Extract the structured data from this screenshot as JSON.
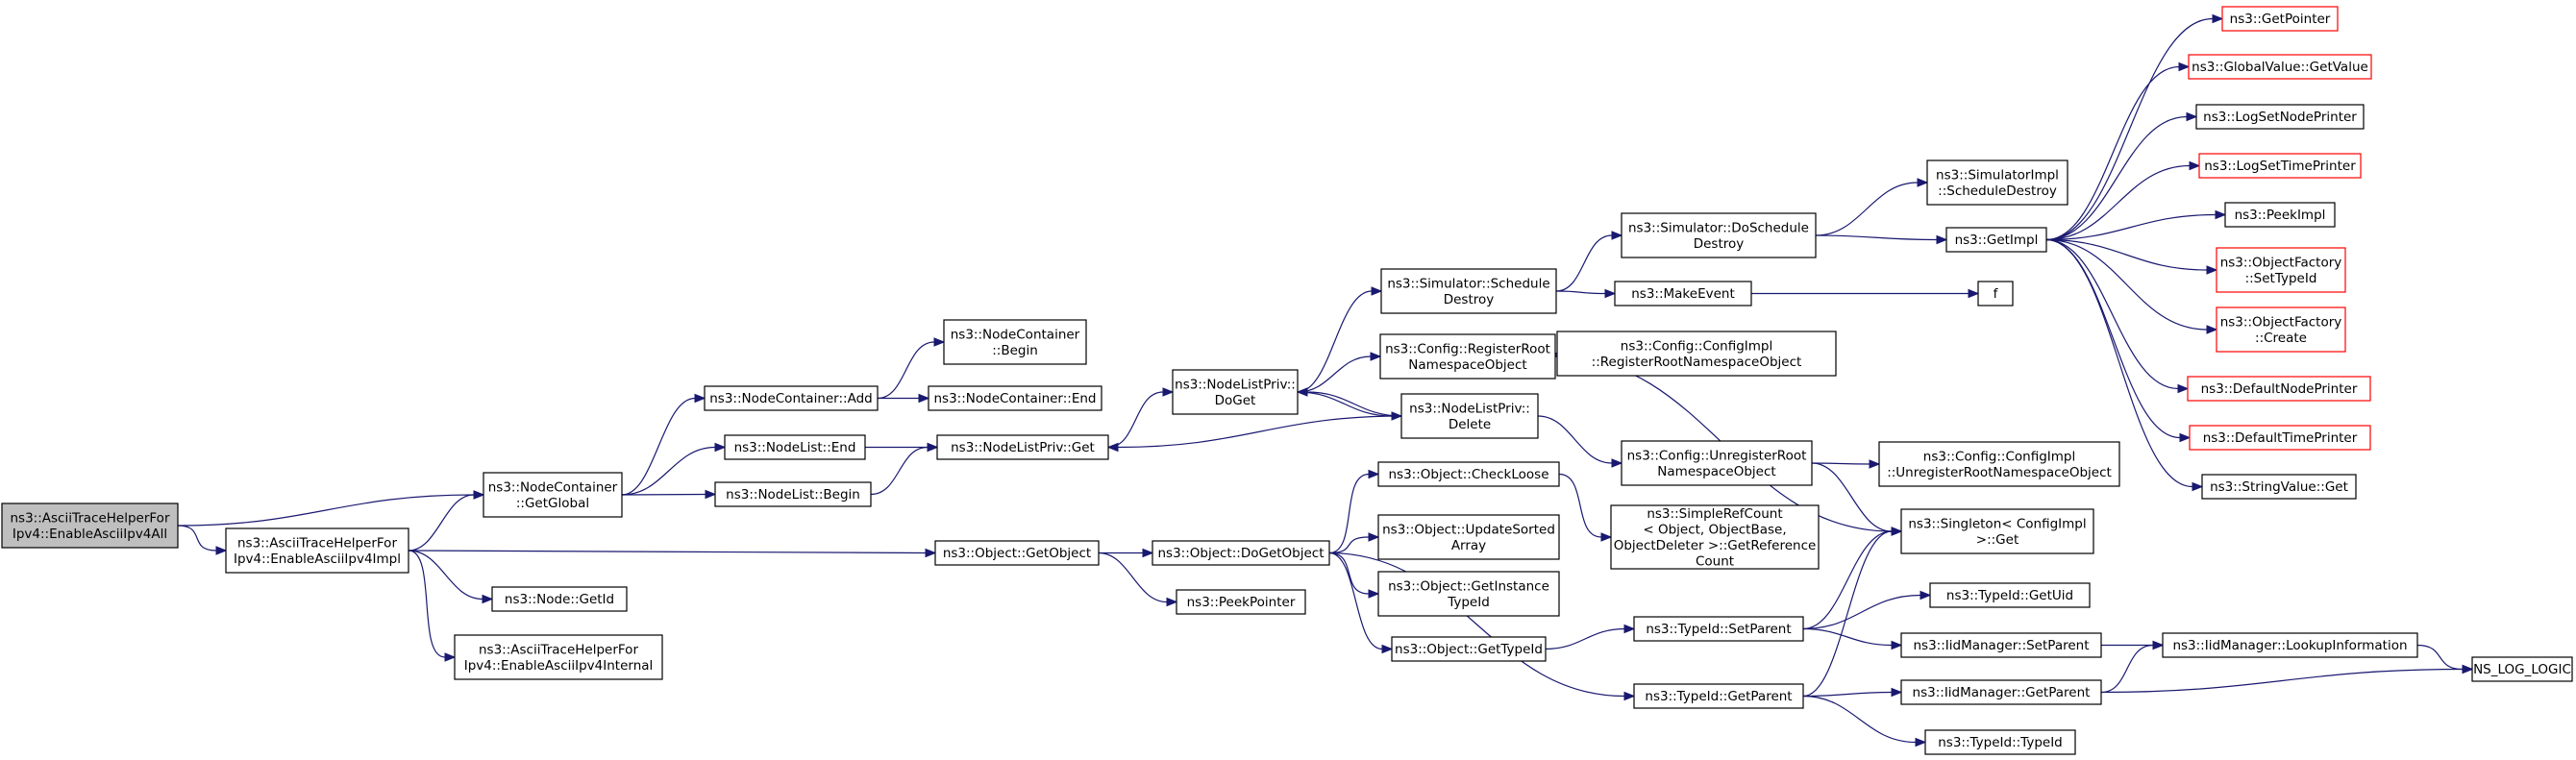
{
  "graph": {
    "edge_color": "#191970",
    "node_border_color": "#000000",
    "missing_node_border_color": "#ff0000",
    "root_fill_color": "#bfbfbf",
    "nodes": [
      {
        "id": "root",
        "lines": [
          "ns3::AsciiTraceHelperFor",
          "Ipv4::EnableAsciiIpv4All"
        ],
        "style": "root"
      },
      {
        "id": "nc_getglobal",
        "lines": [
          "ns3::NodeContainer",
          "::GetGlobal"
        ],
        "style": "normal"
      },
      {
        "id": "enableasciiipv4impl",
        "lines": [
          "ns3::AsciiTraceHelperFor",
          "Ipv4::EnableAsciiIpv4Impl"
        ],
        "style": "normal"
      },
      {
        "id": "nc_add",
        "lines": [
          "ns3::NodeContainer::Add"
        ],
        "style": "normal"
      },
      {
        "id": "nl_end",
        "lines": [
          "ns3::NodeList::End"
        ],
        "style": "normal"
      },
      {
        "id": "nl_begin",
        "lines": [
          "ns3::NodeList::Begin"
        ],
        "style": "normal"
      },
      {
        "id": "nc_begin",
        "lines": [
          "ns3::NodeContainer",
          "::Begin"
        ],
        "style": "normal"
      },
      {
        "id": "nc_end",
        "lines": [
          "ns3::NodeContainer::End"
        ],
        "style": "normal"
      },
      {
        "id": "nlp_get",
        "lines": [
          "ns3::NodeListPriv::Get"
        ],
        "style": "normal"
      },
      {
        "id": "nlp_doget",
        "lines": [
          "ns3::NodeListPriv::",
          "DoGet"
        ],
        "style": "normal"
      },
      {
        "id": "nlp_delete",
        "lines": [
          "ns3::NodeListPriv::",
          "Delete"
        ],
        "style": "normal"
      },
      {
        "id": "sim_scheduledestroy",
        "lines": [
          "ns3::Simulator::Schedule",
          "Destroy"
        ],
        "style": "normal"
      },
      {
        "id": "cfg_registerroot",
        "lines": [
          "ns3::Config::RegisterRoot",
          "NamespaceObject"
        ],
        "style": "normal"
      },
      {
        "id": "sim_doscheduledestroy",
        "lines": [
          "ns3::Simulator::DoSchedule",
          "Destroy"
        ],
        "style": "normal"
      },
      {
        "id": "makeevent",
        "lines": [
          "ns3::MakeEvent"
        ],
        "style": "normal"
      },
      {
        "id": "simimpl_scheduledestroy",
        "lines": [
          "ns3::SimulatorImpl",
          "::ScheduleDestroy"
        ],
        "style": "normal"
      },
      {
        "id": "getimpl",
        "lines": [
          "ns3::GetImpl"
        ],
        "style": "normal"
      },
      {
        "id": "f",
        "lines": [
          "f"
        ],
        "style": "normal"
      },
      {
        "id": "cfgimpl_register",
        "lines": [
          "ns3::Config::ConfigImpl",
          "::RegisterRootNamespaceObject"
        ],
        "style": "normal"
      },
      {
        "id": "cfg_unregisterroot",
        "lines": [
          "ns3::Config::UnregisterRoot",
          "NamespaceObject"
        ],
        "style": "normal"
      },
      {
        "id": "cfgimpl_unregister",
        "lines": [
          "ns3::Config::ConfigImpl",
          "::UnregisterRootNamespaceObject"
        ],
        "style": "normal"
      },
      {
        "id": "singleton_get",
        "lines": [
          "ns3::Singleton< ConfigImpl",
          ">::Get"
        ],
        "style": "normal"
      },
      {
        "id": "obj_getobject",
        "lines": [
          "ns3::Object::GetObject"
        ],
        "style": "normal"
      },
      {
        "id": "obj_dogetobject",
        "lines": [
          "ns3::Object::DoGetObject"
        ],
        "style": "normal"
      },
      {
        "id": "obj_checkloose",
        "lines": [
          "ns3::Object::CheckLoose"
        ],
        "style": "normal"
      },
      {
        "id": "obj_updatesorted",
        "lines": [
          "ns3::Object::UpdateSorted",
          "Array"
        ],
        "style": "normal"
      },
      {
        "id": "obj_getinstancetypeid",
        "lines": [
          "ns3::Object::GetInstance",
          "TypeId"
        ],
        "style": "normal"
      },
      {
        "id": "obj_gettypeid",
        "lines": [
          "ns3::Object::GetTypeId"
        ],
        "style": "normal"
      },
      {
        "id": "peekpointer",
        "lines": [
          "ns3::PeekPointer"
        ],
        "style": "normal"
      },
      {
        "id": "simplerefcount",
        "lines": [
          "ns3::SimpleRefCount",
          "< Object, ObjectBase,",
          "ObjectDeleter >::GetReference",
          "Count"
        ],
        "style": "normal"
      },
      {
        "id": "typeid_setparent",
        "lines": [
          "ns3::TypeId::SetParent"
        ],
        "style": "normal"
      },
      {
        "id": "typeid_getparent",
        "lines": [
          "ns3::TypeId::GetParent"
        ],
        "style": "normal"
      },
      {
        "id": "typeid_getuid",
        "lines": [
          "ns3::TypeId::GetUid"
        ],
        "style": "normal"
      },
      {
        "id": "iid_setparent",
        "lines": [
          "ns3::IidManager::SetParent"
        ],
        "style": "normal"
      },
      {
        "id": "iid_getparent",
        "lines": [
          "ns3::IidManager::GetParent"
        ],
        "style": "normal"
      },
      {
        "id": "typeid_typeid",
        "lines": [
          "ns3::TypeId::TypeId"
        ],
        "style": "normal"
      },
      {
        "id": "iid_lookup",
        "lines": [
          "ns3::IidManager::LookupInformation"
        ],
        "style": "normal"
      },
      {
        "id": "ns_log_logic",
        "lines": [
          "NS_LOG_LOGIC"
        ],
        "style": "normal"
      },
      {
        "id": "node_getid",
        "lines": [
          "ns3::Node::GetId"
        ],
        "style": "normal"
      },
      {
        "id": "enableasciiipv4internal",
        "lines": [
          "ns3::AsciiTraceHelperFor",
          "Ipv4::EnableAsciiIpv4Internal"
        ],
        "style": "normal"
      },
      {
        "id": "getpointer",
        "lines": [
          "ns3::GetPointer"
        ],
        "style": "missing"
      },
      {
        "id": "globalvalue_getvalue",
        "lines": [
          "ns3::GlobalValue::GetValue"
        ],
        "style": "missing"
      },
      {
        "id": "logsetnodeprinter",
        "lines": [
          "ns3::LogSetNodePrinter"
        ],
        "style": "normal"
      },
      {
        "id": "logsettimeprinter",
        "lines": [
          "ns3::LogSetTimePrinter"
        ],
        "style": "missing"
      },
      {
        "id": "peekimpl",
        "lines": [
          "ns3::PeekImpl"
        ],
        "style": "normal"
      },
      {
        "id": "objfactory_settypeid",
        "lines": [
          "ns3::ObjectFactory",
          "::SetTypeId"
        ],
        "style": "missing"
      },
      {
        "id": "objfactory_create",
        "lines": [
          "ns3::ObjectFactory",
          "::Create"
        ],
        "style": "missing"
      },
      {
        "id": "defaultnodeprinter",
        "lines": [
          "ns3::DefaultNodePrinter"
        ],
        "style": "missing"
      },
      {
        "id": "defaulttimeprinter",
        "lines": [
          "ns3::DefaultTimePrinter"
        ],
        "style": "missing"
      },
      {
        "id": "stringvalue_get",
        "lines": [
          "ns3::StringValue::Get"
        ],
        "style": "normal"
      }
    ],
    "edges": [
      [
        "root",
        "nc_getglobal"
      ],
      [
        "root",
        "enableasciiipv4impl"
      ],
      [
        "enableasciiipv4impl",
        "nc_getglobal"
      ],
      [
        "enableasciiipv4impl",
        "obj_getobject"
      ],
      [
        "enableasciiipv4impl",
        "node_getid"
      ],
      [
        "enableasciiipv4impl",
        "enableasciiipv4internal"
      ],
      [
        "nc_getglobal",
        "nc_add"
      ],
      [
        "nc_getglobal",
        "nl_end"
      ],
      [
        "nc_getglobal",
        "nl_begin"
      ],
      [
        "nc_add",
        "nc_begin"
      ],
      [
        "nc_add",
        "nc_end"
      ],
      [
        "nl_end",
        "nlp_get"
      ],
      [
        "nl_begin",
        "nlp_get"
      ],
      [
        "nlp_get",
        "nlp_doget"
      ],
      [
        "nlp_doget",
        "sim_scheduledestroy"
      ],
      [
        "nlp_doget",
        "cfg_registerroot"
      ],
      [
        "nlp_doget",
        "nlp_delete"
      ],
      [
        "nlp_delete",
        "nlp_doget"
      ],
      [
        "nlp_delete",
        "nlp_get"
      ],
      [
        "nlp_delete",
        "cfg_unregisterroot"
      ],
      [
        "sim_scheduledestroy",
        "sim_doscheduledestroy"
      ],
      [
        "sim_scheduledestroy",
        "makeevent"
      ],
      [
        "sim_doscheduledestroy",
        "simimpl_scheduledestroy"
      ],
      [
        "sim_doscheduledestroy",
        "getimpl"
      ],
      [
        "makeevent",
        "f"
      ],
      [
        "cfg_registerroot",
        "cfgimpl_register"
      ],
      [
        "cfg_registerroot",
        "singleton_get"
      ],
      [
        "cfg_unregisterroot",
        "cfgimpl_unregister"
      ],
      [
        "cfg_unregisterroot",
        "singleton_get"
      ],
      [
        "getimpl",
        "getpointer"
      ],
      [
        "getimpl",
        "globalvalue_getvalue"
      ],
      [
        "getimpl",
        "logsetnodeprinter"
      ],
      [
        "getimpl",
        "logsettimeprinter"
      ],
      [
        "getimpl",
        "peekimpl"
      ],
      [
        "getimpl",
        "objfactory_settypeid"
      ],
      [
        "getimpl",
        "objfactory_create"
      ],
      [
        "getimpl",
        "defaultnodeprinter"
      ],
      [
        "getimpl",
        "defaulttimeprinter"
      ],
      [
        "getimpl",
        "stringvalue_get"
      ],
      [
        "obj_getobject",
        "obj_dogetobject"
      ],
      [
        "obj_getobject",
        "peekpointer"
      ],
      [
        "obj_dogetobject",
        "obj_checkloose"
      ],
      [
        "obj_dogetobject",
        "obj_updatesorted"
      ],
      [
        "obj_dogetobject",
        "obj_getinstancetypeid"
      ],
      [
        "obj_dogetobject",
        "obj_gettypeid"
      ],
      [
        "obj_dogetobject",
        "typeid_getparent"
      ],
      [
        "obj_checkloose",
        "simplerefcount"
      ],
      [
        "obj_gettypeid",
        "typeid_setparent"
      ],
      [
        "typeid_setparent",
        "singleton_get"
      ],
      [
        "typeid_setparent",
        "typeid_getuid"
      ],
      [
        "typeid_setparent",
        "iid_setparent"
      ],
      [
        "typeid_getparent",
        "singleton_get"
      ],
      [
        "typeid_getparent",
        "iid_getparent"
      ],
      [
        "typeid_getparent",
        "typeid_typeid"
      ],
      [
        "iid_setparent",
        "iid_lookup"
      ],
      [
        "iid_getparent",
        "iid_lookup"
      ],
      [
        "iid_getparent",
        "ns_log_logic"
      ],
      [
        "iid_lookup",
        "ns_log_logic"
      ]
    ]
  }
}
